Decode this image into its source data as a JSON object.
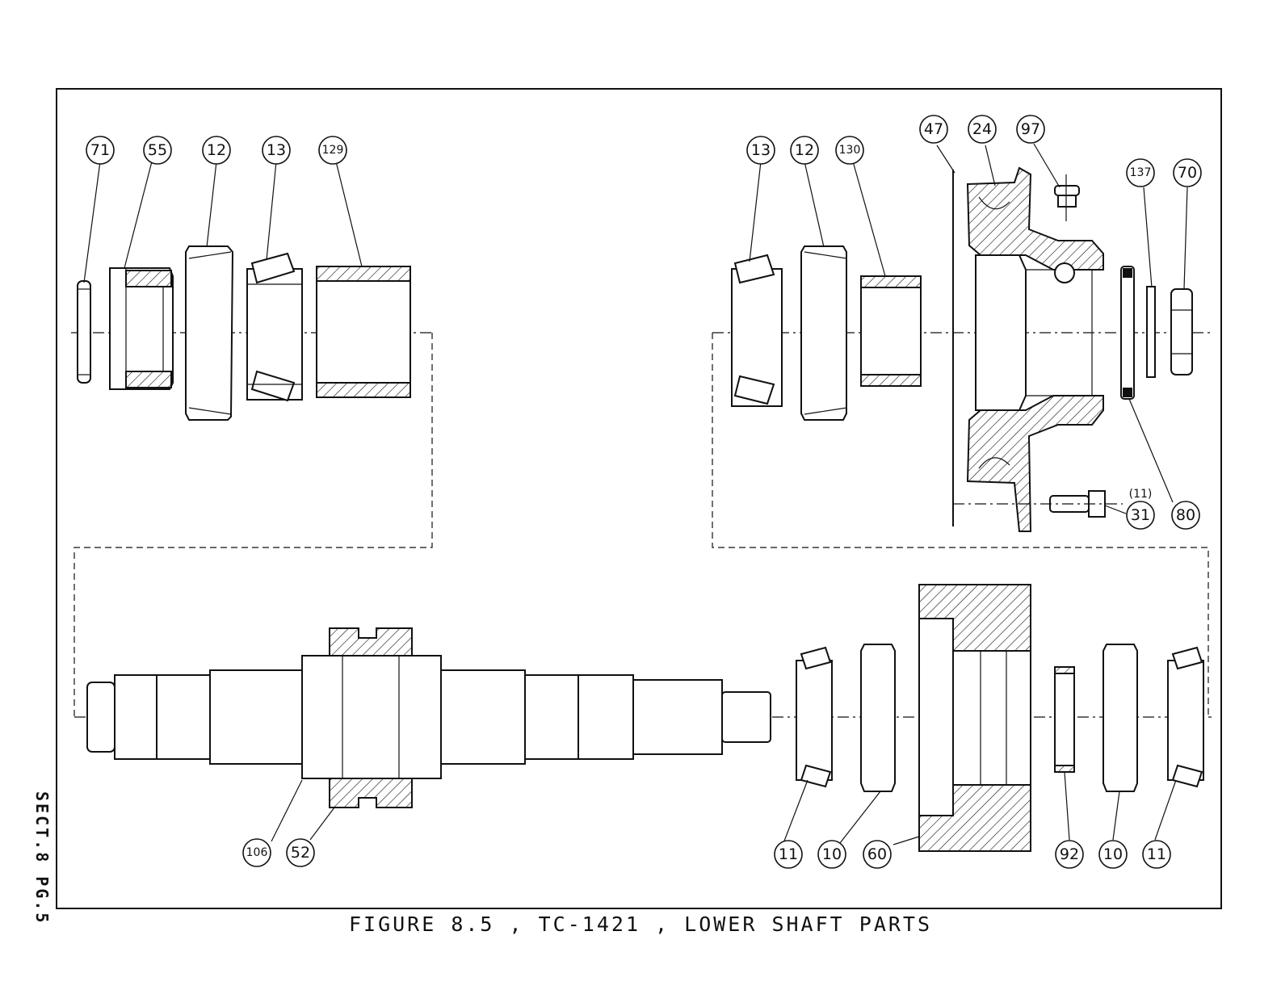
{
  "figure": {
    "caption": "FIGURE 8.5 , TC-1421 , LOWER SHAFT PARTS",
    "section_label": "SECT.8 PG.5"
  },
  "callouts": {
    "c71": "71",
    "c55": "55",
    "c12a": "12",
    "c13a": "13",
    "c129": "129",
    "c13b": "13",
    "c12b": "12",
    "c130": "130",
    "c47": "47",
    "c24": "24",
    "c97": "97",
    "c137": "137",
    "c70": "70",
    "c31": "31",
    "c31_qty": "(11)",
    "c80": "80",
    "c106": "106",
    "c52": "52",
    "c11a": "11",
    "c10a": "10",
    "c60": "60",
    "c92": "92",
    "c10b": "10",
    "c11b": "11"
  }
}
